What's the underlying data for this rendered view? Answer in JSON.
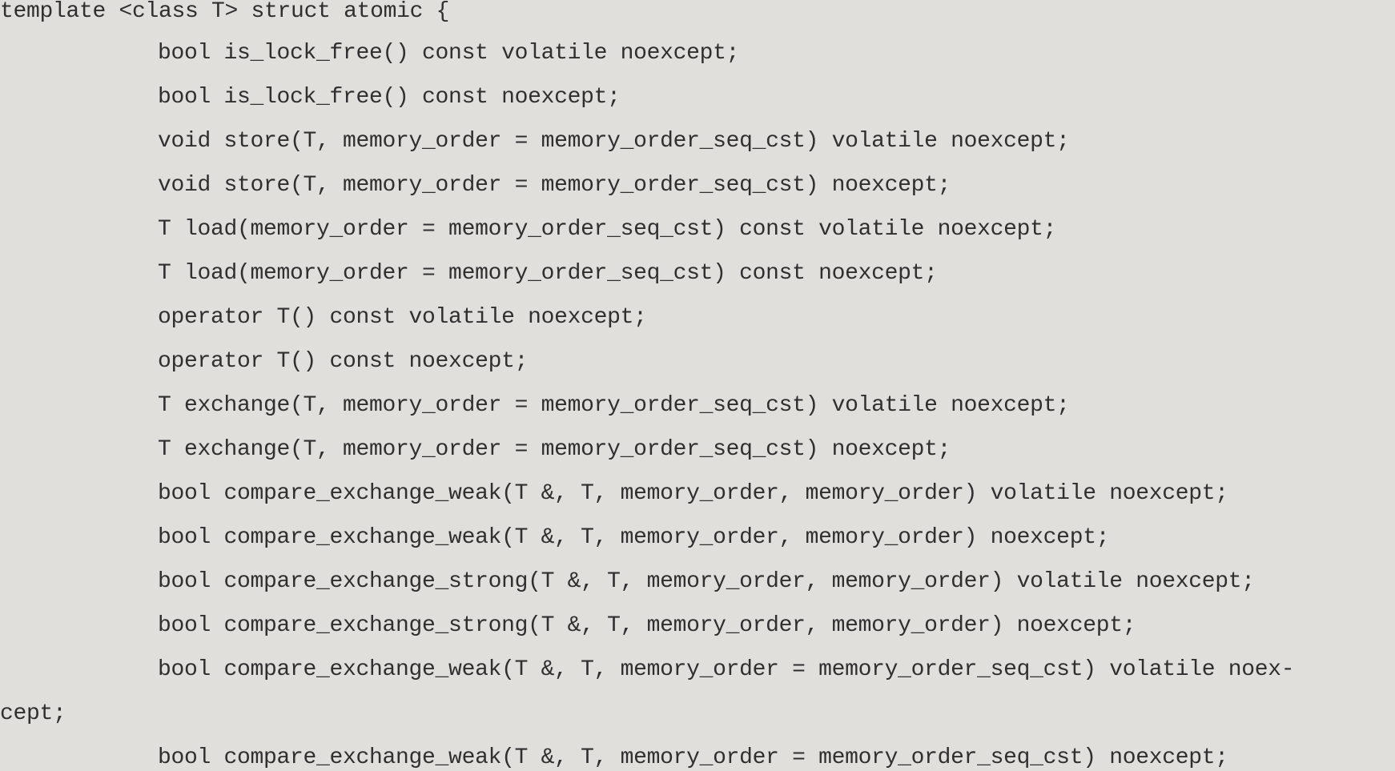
{
  "document": {
    "lines": [
      "template <class T> struct atomic {",
      "bool is_lock_free() const volatile noexcept;",
      "bool is_lock_free() const noexcept;",
      "void store(T, memory_order = memory_order_seq_cst) volatile noexcept;",
      "void store(T, memory_order = memory_order_seq_cst) noexcept;",
      "T load(memory_order = memory_order_seq_cst) const volatile noexcept;",
      "T load(memory_order = memory_order_seq_cst) const noexcept;",
      "operator T() const volatile noexcept;",
      "operator T() const noexcept;",
      "T exchange(T, memory_order = memory_order_seq_cst) volatile noexcept;",
      "T exchange(T, memory_order = memory_order_seq_cst) noexcept;",
      "bool compare_exchange_weak(T &, T, memory_order, memory_order) volatile noexcept;",
      "bool compare_exchange_weak(T &, T, memory_order, memory_order) noexcept;",
      "bool compare_exchange_strong(T &, T, memory_order, memory_order) volatile noexcept;",
      "bool compare_exchange_strong(T &, T, memory_order, memory_order) noexcept;",
      "bool compare_exchange_weak(T &, T, memory_order = memory_order_seq_cst) volatile noex-",
      "cept;",
      "bool compare_exchange_weak(T &, T, memory_order = memory_order_seq_cst) noexcept;"
    ]
  }
}
